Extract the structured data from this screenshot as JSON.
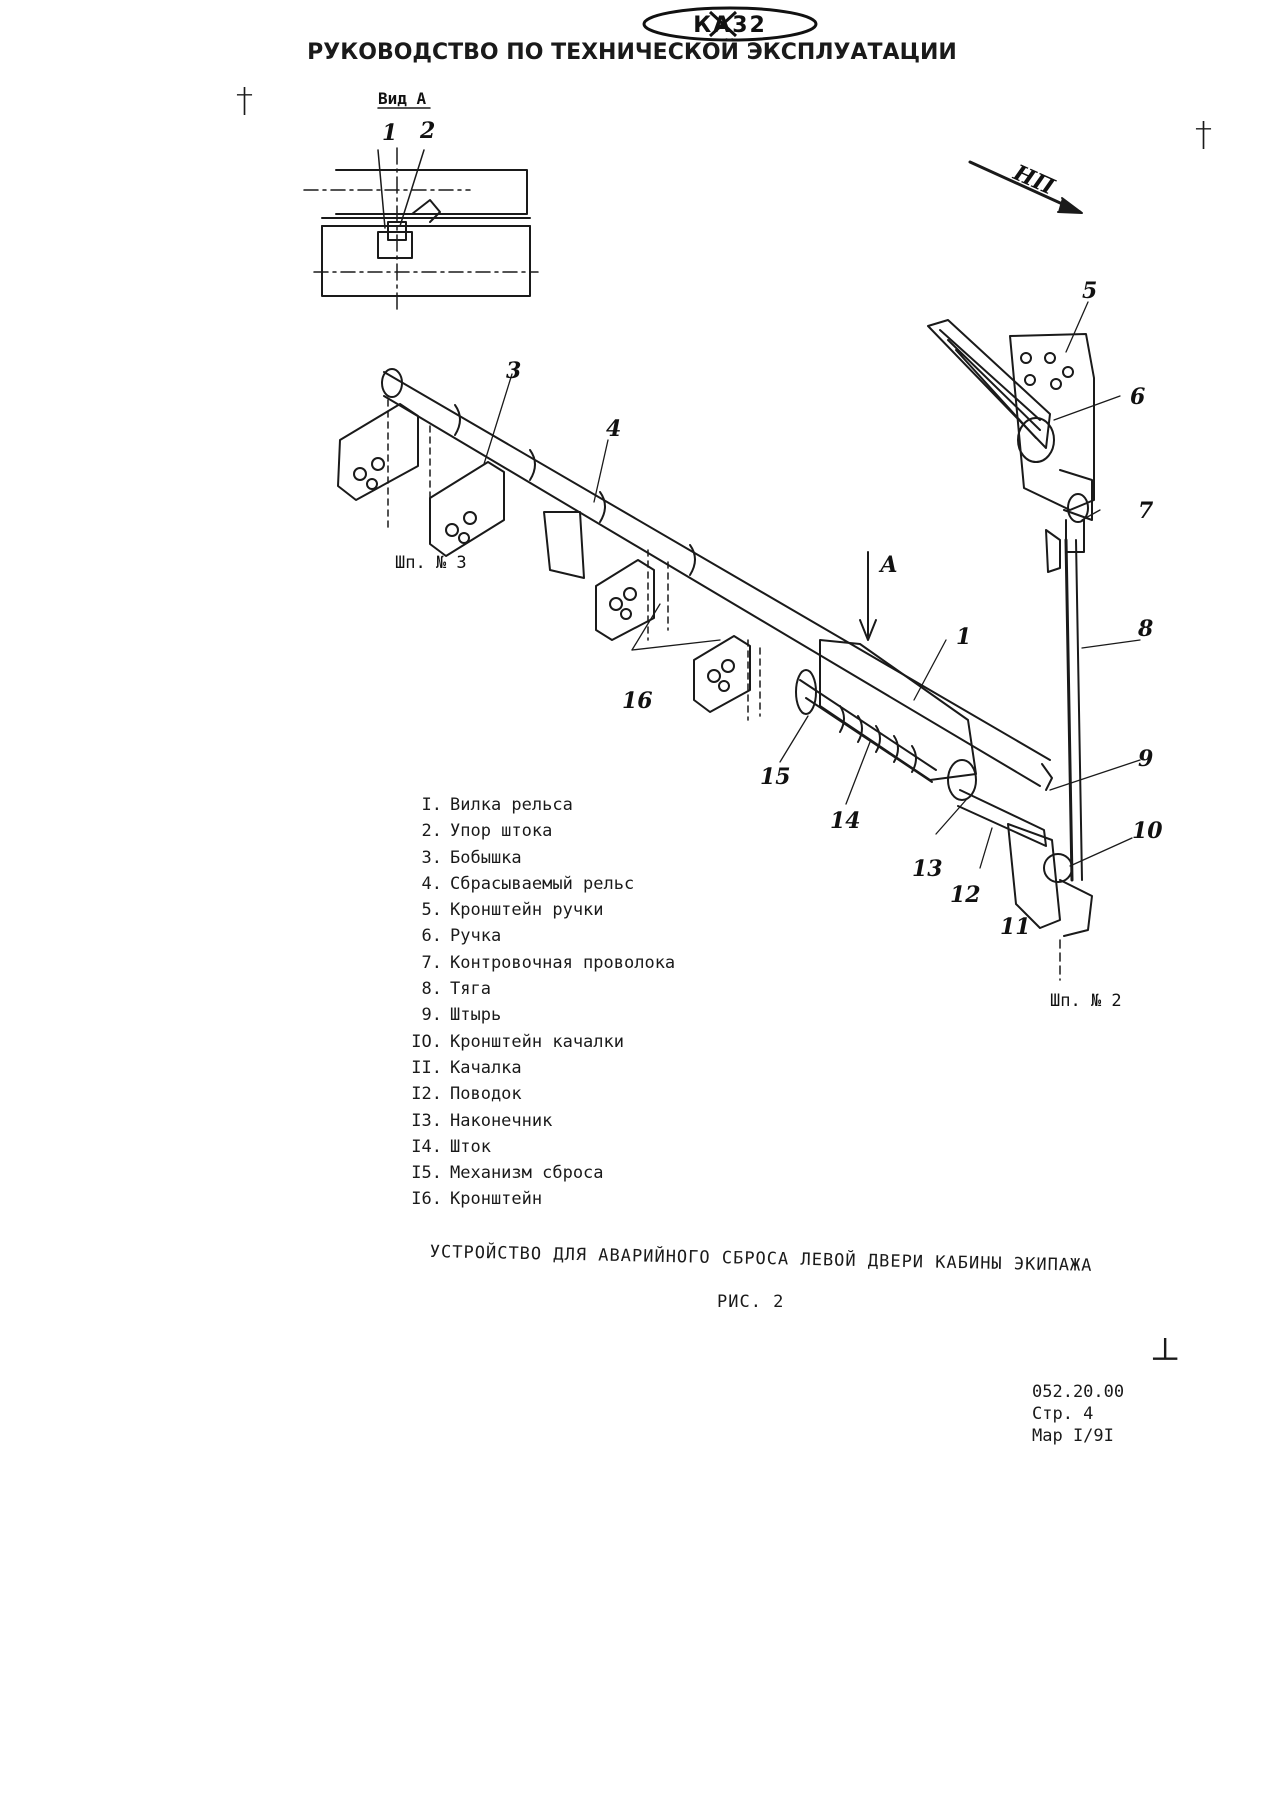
{
  "header": {
    "logo": "КА32",
    "title": "РУКОВОДСТВО ПО ТЕХНИЧЕСКОЙ ЭКСПЛУАТАЦИИ"
  },
  "drawing": {
    "view_label": "Вид А",
    "direction_label": "НП",
    "arrow_label": "А",
    "frame_left": "Шп. № 3",
    "frame_right": "Шп. № 2",
    "callouts": [
      "1",
      "2",
      "3",
      "4",
      "5",
      "6",
      "7",
      "8",
      "9",
      "10",
      "11",
      "12",
      "13",
      "14",
      "15",
      "16"
    ]
  },
  "legend": [
    {
      "num": "I.",
      "text": "Вилка рельса"
    },
    {
      "num": "2.",
      "text": "Упор штока"
    },
    {
      "num": "3.",
      "text": "Бобышка"
    },
    {
      "num": "4.",
      "text": "Сбрасываемый рельс"
    },
    {
      "num": "5.",
      "text": "Кронштейн ручки"
    },
    {
      "num": "6.",
      "text": "Ручка"
    },
    {
      "num": "7.",
      "text": "Контровочная проволока"
    },
    {
      "num": "8.",
      "text": "Тяга"
    },
    {
      "num": "9.",
      "text": "Штырь"
    },
    {
      "num": "IO.",
      "text": "Кронштейн качалки"
    },
    {
      "num": "II.",
      "text": "Качалка"
    },
    {
      "num": "I2.",
      "text": "Поводок"
    },
    {
      "num": "I3.",
      "text": "Наконечник"
    },
    {
      "num": "I4.",
      "text": "Шток"
    },
    {
      "num": "I5.",
      "text": "Механизм сброса"
    },
    {
      "num": "I6.",
      "text": "Кронштейн"
    }
  ],
  "caption": {
    "title": "УСТРОЙСТВО ДЛЯ АВАРИЙНОГО СБРОСА ЛЕВОЙ ДВЕРИ КАБИНЫ ЭКИПАЖА",
    "figure": "РИС. 2"
  },
  "footer": {
    "code": "052.20.00",
    "page": "Стр. 4",
    "date": "Мар I/9I"
  }
}
